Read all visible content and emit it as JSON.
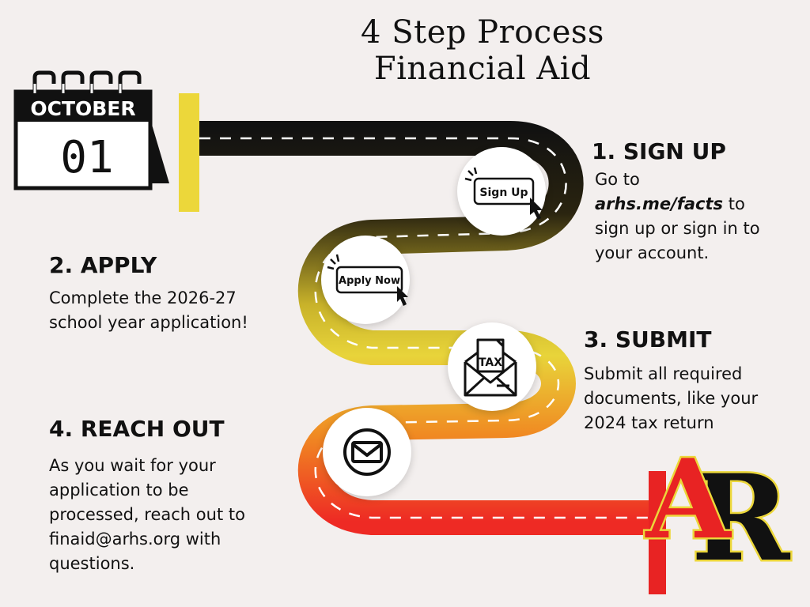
{
  "title": {
    "line1": "4 Step Process",
    "line2": "Financial Aid"
  },
  "calendar": {
    "month": "OCTOBER",
    "day": "01"
  },
  "steps": [
    {
      "heading": "1. SIGN UP",
      "lines": [
        "Go to",
        "arhs.me/facts",
        "to",
        "sign up or sign in to",
        "your account."
      ],
      "button_label": "Sign Up"
    },
    {
      "heading": "2. APPLY",
      "lines": [
        "Complete the 2026-27",
        "school year application!"
      ],
      "button_label": "Apply Now"
    },
    {
      "heading": "3. SUBMIT",
      "lines": [
        "Submit all required",
        "documents, like your",
        "2024 tax return"
      ],
      "icon_label": "TAX"
    },
    {
      "heading": "4. REACH OUT",
      "lines": [
        "As you wait for your",
        "application to be",
        "processed, reach out to",
        "finaid@arhs.org with",
        "questions."
      ]
    }
  ],
  "logo": {
    "text": "AR"
  },
  "colors": {
    "road_start": "#111111",
    "road_mid": "#e8d43a",
    "road_end": "#ee2a24",
    "post_yellow": "#ecd73a",
    "post_red": "#e82323"
  }
}
